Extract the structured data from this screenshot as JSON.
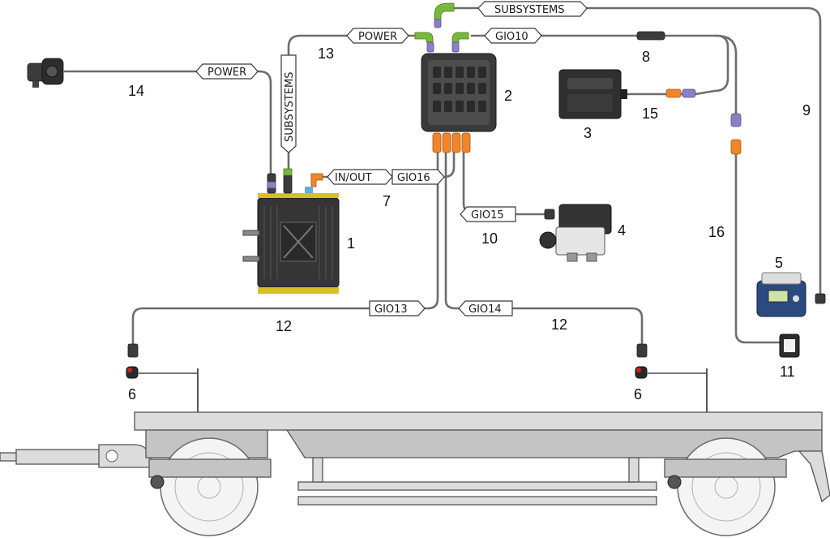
{
  "cable_labels": {
    "subsystems_top": "SUBSYSTEMS",
    "power_top": "POWER",
    "gio10": "GIO10",
    "power_left": "POWER",
    "subsystems_vertical": "SUBSYSTEMS",
    "in_out": "IN/OUT",
    "gio16": "GIO16",
    "gio15": "GIO15",
    "gio13": "GIO13",
    "gio14": "GIO14"
  },
  "callouts": {
    "n1": "1",
    "n2": "2",
    "n3": "3",
    "n4": "4",
    "n5": "5",
    "n6_left": "6",
    "n6_right": "6",
    "n7": "7",
    "n8": "8",
    "n9": "9",
    "n10": "10",
    "n11": "11",
    "n12_left": "12",
    "n12_right": "12",
    "n13": "13",
    "n14": "14",
    "n15": "15",
    "n16": "16"
  },
  "colors": {
    "connector_green": "#79b83c",
    "connector_purple": "#8c7fc7",
    "connector_orange": "#f0852a",
    "cable_grey": "#6d6d6d"
  }
}
